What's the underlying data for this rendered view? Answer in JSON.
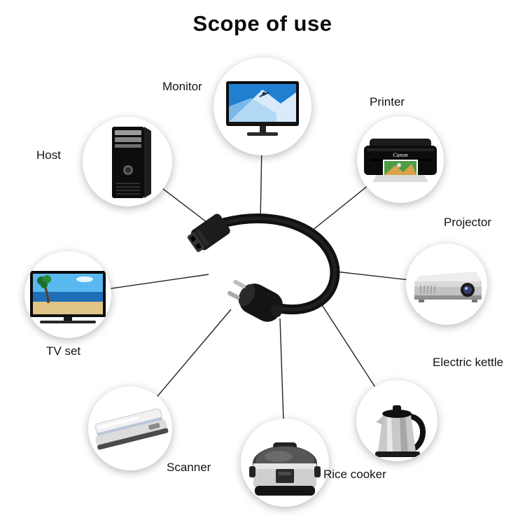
{
  "title": "Scope of use",
  "devices": [
    {
      "id": "monitor",
      "label": "Monitor"
    },
    {
      "id": "printer",
      "label": "Printer",
      "brand": "Canon"
    },
    {
      "id": "projector",
      "label": "Projector"
    },
    {
      "id": "electric-kettle",
      "label": "Electric kettle"
    },
    {
      "id": "rice-cooker",
      "label": "Rice cooker"
    },
    {
      "id": "scanner",
      "label": "Scanner"
    },
    {
      "id": "tv-set",
      "label": "TV set"
    },
    {
      "id": "host",
      "label": "Host"
    }
  ],
  "center": {
    "item": "power-cord"
  },
  "colors": {
    "background": "#ffffff",
    "text": "#141414",
    "line": "#222222",
    "cable": "#111111",
    "screen_blue": "#2e8fe0"
  }
}
